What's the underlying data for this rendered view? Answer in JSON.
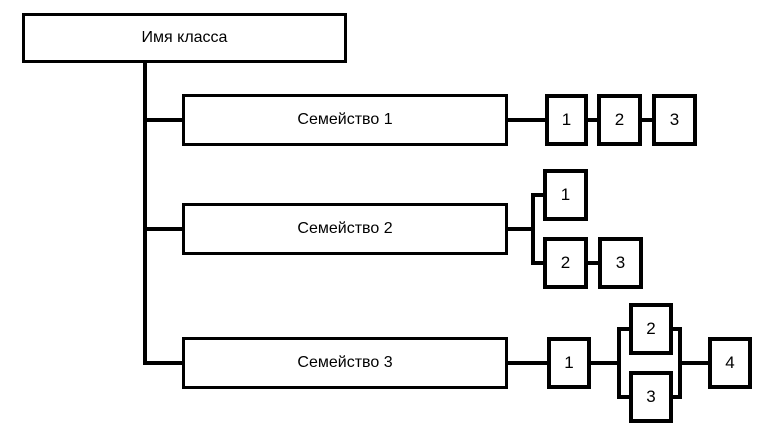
{
  "diagram": {
    "title_box": "Имя класса",
    "families": [
      {
        "label": "Семейство 1",
        "nodes": [
          "1",
          "2",
          "3"
        ]
      },
      {
        "label": "Семейство 2",
        "nodes": [
          "1",
          "2",
          "3"
        ]
      },
      {
        "label": "Семейство 3",
        "nodes": [
          "1",
          "2",
          "3",
          "4"
        ]
      }
    ],
    "colors": {
      "line": "#000000",
      "background": "#ffffff",
      "text": "#000000"
    }
  }
}
